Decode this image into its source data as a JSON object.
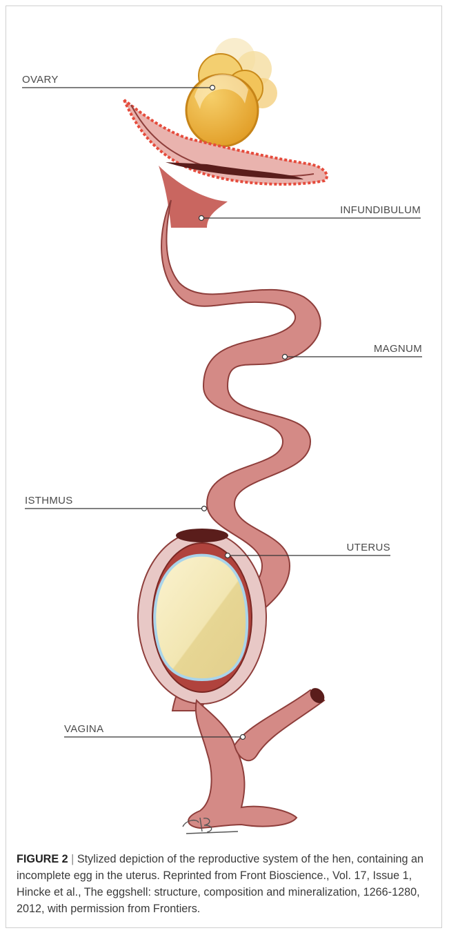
{
  "labels": {
    "ovary": "OVARY",
    "infundibulum": "INFUNDIBULUM",
    "magnum": "MAGNUM",
    "isthmus": "ISTHMUS",
    "uterus": "UTERUS",
    "vagina": "VAGINA"
  },
  "caption": {
    "figure_label": "FIGURE 2",
    "separator": "|",
    "text": "Stylized depiction of the reproductive system of the hen, containing an incomplete egg in the uterus. Reprinted from Front Bioscience., Vol. 17, Issue 1, Hincke et al., The eggshell: structure, composition and mineralization, 1266-1280, 2012, with permission from Frontiers."
  },
  "signature": "CP",
  "colors": {
    "tract": "#d48a86",
    "tract_outline": "#8e3e3b",
    "infundibulum_rim": "#e54b3c",
    "uterus_wall": "#b0433d",
    "uterus_outer": "#e8c8c6",
    "egg": "#efe0a0",
    "egg_rim": "#a9d4ea",
    "ovary_yolk": "#e8a93a"
  }
}
